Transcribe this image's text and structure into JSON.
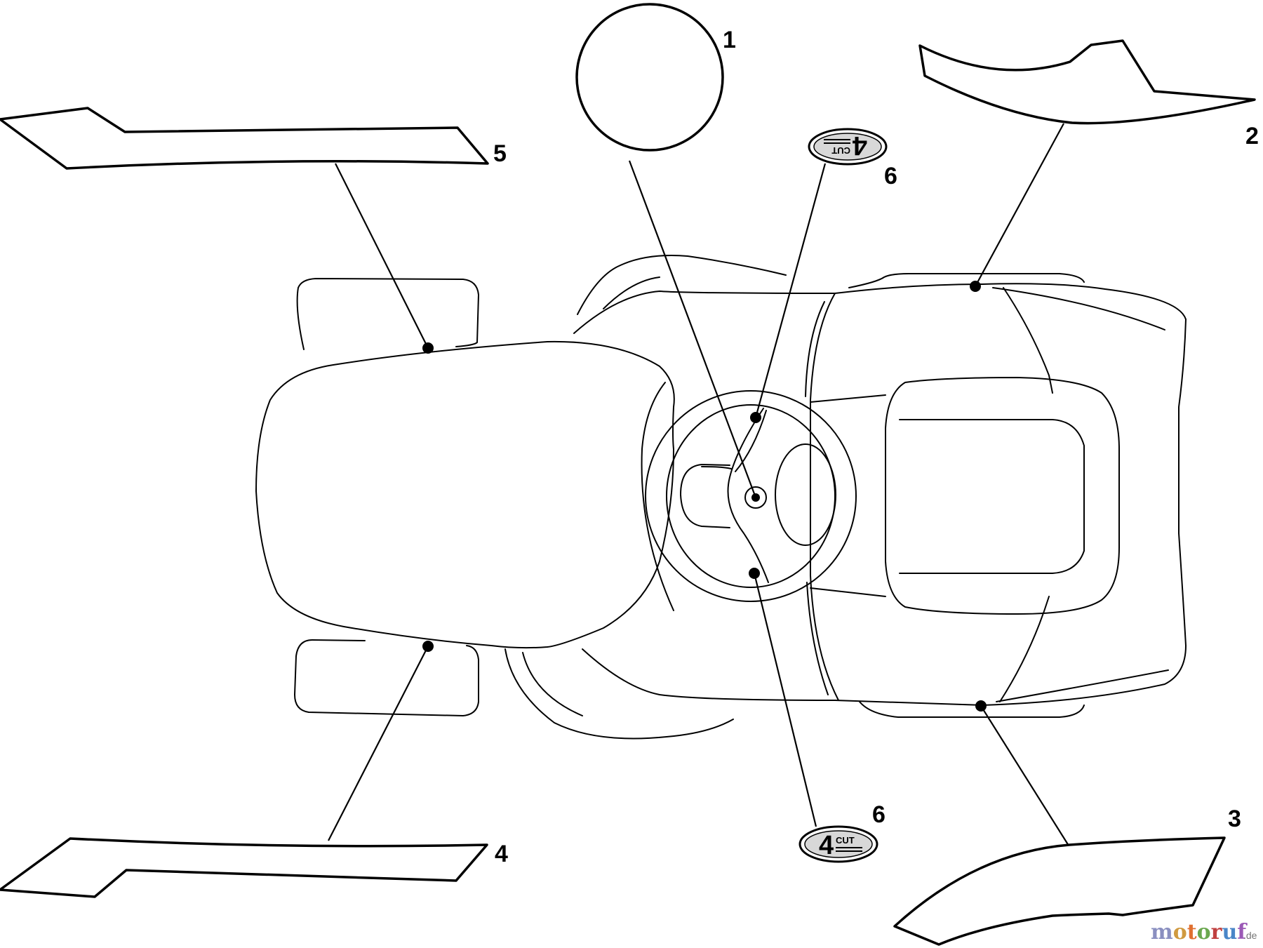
{
  "callouts": [
    {
      "id": "1",
      "label": "1"
    },
    {
      "id": "2",
      "label": "2"
    },
    {
      "id": "3",
      "label": "3"
    },
    {
      "id": "4",
      "label": "4"
    },
    {
      "id": "5",
      "label": "5"
    },
    {
      "id": "6a",
      "label": "6"
    },
    {
      "id": "6b",
      "label": "6"
    }
  ],
  "badge": {
    "number": "4",
    "text": "CUT"
  },
  "watermark": {
    "letters": [
      "m",
      "o",
      "t",
      "o",
      "r",
      "u",
      "f"
    ],
    "colors": [
      "#8a8fc0",
      "#d09a40",
      "#e07030",
      "#6aa84f",
      "#c04040",
      "#4a86c8",
      "#9b59b6"
    ],
    "suffix": ".de"
  }
}
